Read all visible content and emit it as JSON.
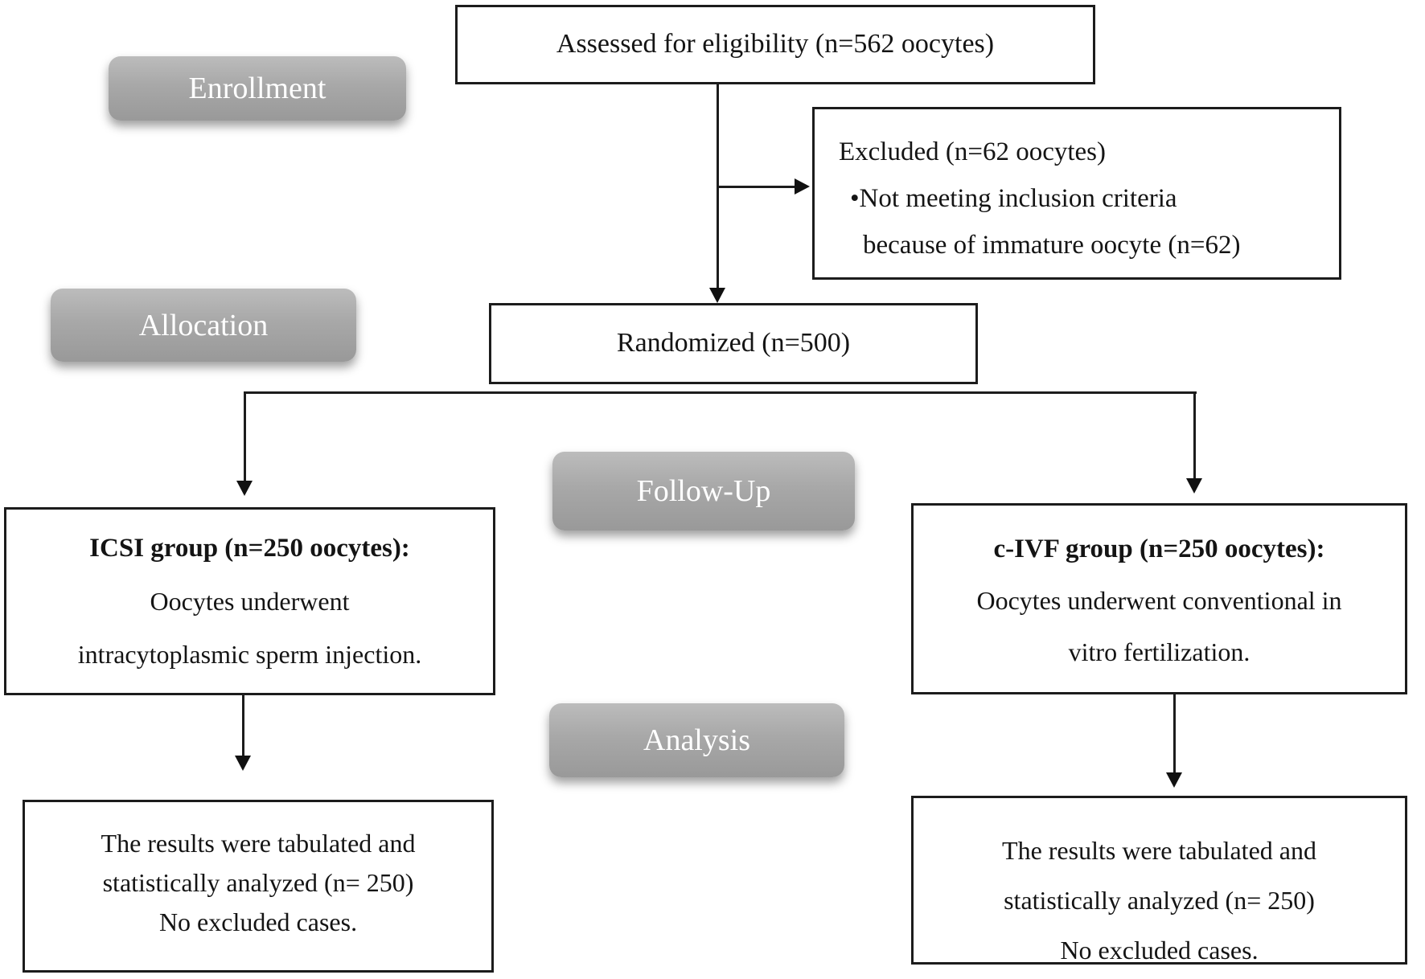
{
  "flow": {
    "assessed": {
      "text": "Assessed for eligibility (n=562 oocytes)"
    },
    "excluded": {
      "title": "Excluded (n=62 oocytes)",
      "bullet1": "•Not meeting inclusion criteria",
      "bullet2": "because of immature oocyte (n=62)"
    },
    "randomized": {
      "text": "Randomized (n=500)"
    },
    "labels": {
      "enrollment": "Enrollment",
      "allocation": "Allocation",
      "followup": "Follow-Up",
      "analysis": "Analysis"
    },
    "icsi": {
      "title": "ICSI group (n=250 oocytes):",
      "line1": "Oocytes underwent",
      "line2": "intracytoplasmic sperm injection."
    },
    "civf": {
      "title": "c-IVF group (n=250 oocytes):",
      "line1": "Oocytes underwent conventional in",
      "line2": "vitro fertilization."
    },
    "result_left": {
      "line1": "The results were tabulated and",
      "line2": "statistically analyzed (n= 250)",
      "line3": "No excluded cases."
    },
    "result_right": {
      "line1": "The results were tabulated and",
      "line2": "statistically analyzed (n= 250)",
      "line3": "No excluded cases."
    },
    "colors": {
      "stage_label_bg": "#a0a0a0",
      "stage_label_text": "#ffffff",
      "box_border": "#1c1c1c",
      "text": "#141414",
      "background": "#ffffff"
    }
  }
}
